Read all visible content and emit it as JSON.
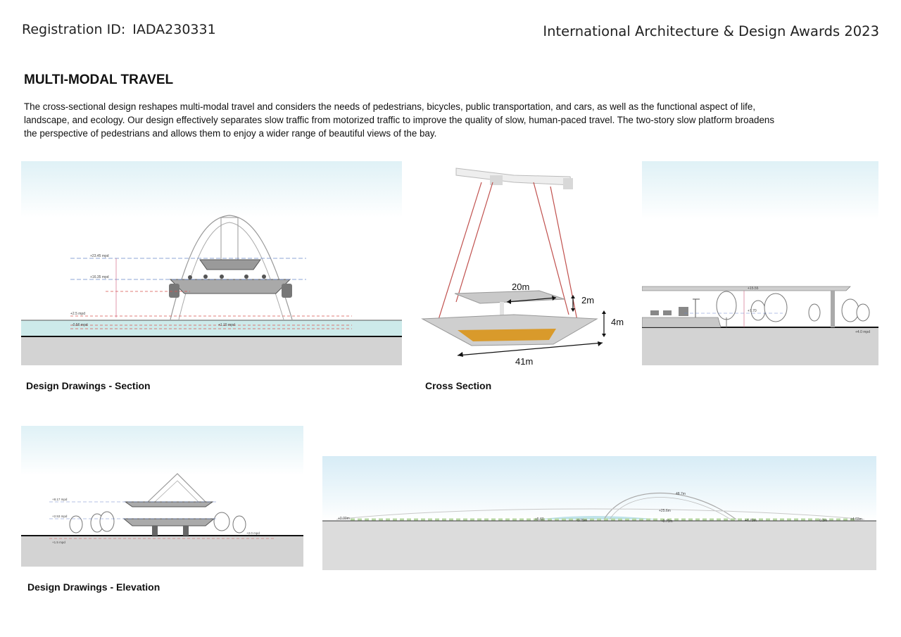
{
  "header": {
    "registration_label": "Registration ID:",
    "registration_id": "IADA230331",
    "award_title": "International Architecture & Design Awards 2023"
  },
  "section": {
    "title": "MULTI-MODAL TRAVEL",
    "description": "The cross-sectional design reshapes multi-modal travel and considers the needs of pedestrians, bicycles, public transportation, and cars, as well as the functional aspect of life, landscape, and ecology. Our design effectively separates slow traffic from motorized traffic to improve the quality of slow, human-paced travel. The two-story slow platform broadens the perspective of pedestrians and allows them to enjoy a wider range of beautiful views of the bay."
  },
  "captions": {
    "section_drawing": "Design Drawings - Section",
    "cross_section": "Cross Section",
    "elevation_drawing": "Design Drawings - Elevation"
  },
  "cross_section_dims": {
    "upper_width": "20m",
    "upper_height": "2m",
    "lower_height": "4m",
    "lower_width": "41m"
  },
  "drawing_labels": {
    "section": [
      "+23.45 mpd",
      "+16.35 mpd",
      "+2.5 mpd",
      "-0.56 mpd",
      "+1.15 mpd"
    ],
    "side_view": [
      "+15.55",
      "+7.70",
      "+4.0 mpd"
    ],
    "elevation": [
      "+8.17 mpd",
      "+2.53 mpd",
      "+2.0 mpd",
      "+1.5 mpd"
    ],
    "panorama": [
      "48.7m",
      "+25.6m",
      "+0.00m",
      "+5.60",
      "0.75m",
      "-0.79m",
      "+4.70m",
      "0.3m",
      "+4.03m"
    ]
  },
  "colors": {
    "sky_top": "#dff1f6",
    "ground": "#d3d3d3",
    "water": "#cdeaea",
    "cable": "#c0504d",
    "deck_orange": "#d99a2b"
  }
}
